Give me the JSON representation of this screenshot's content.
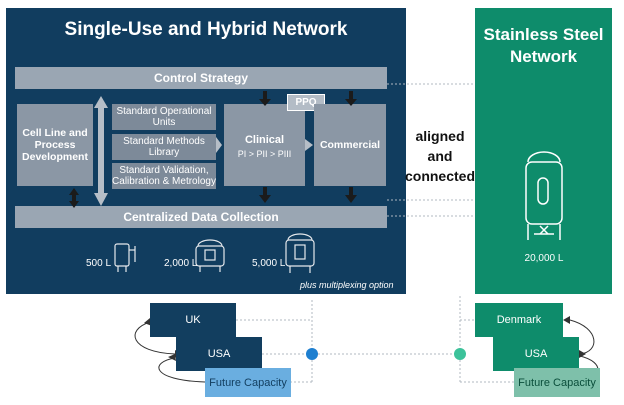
{
  "left_panel": {
    "title": "Single-Use and Hybrid Network",
    "control_strategy": "Control Strategy",
    "data_collection": "Centralized Data Collection",
    "cell_line": "Cell Line and Process Development",
    "middle_items": [
      "Standard Operational Units",
      "Standard Methods Library",
      "Standard Validation, Calibration & Metrology"
    ],
    "clinical_title": "Clinical",
    "clinical_phases": "PI > PII > PIII",
    "ppq": "PPQ",
    "commercial": "Commercial",
    "volumes": [
      "500 L",
      "2,000 L",
      "5,000 L"
    ],
    "multiplexing_note": "plus multiplexing option"
  },
  "middle": {
    "aligned_text": "aligned and connected"
  },
  "right_panel": {
    "title": "Stainless Steel Network",
    "volume": "20,000 L"
  },
  "bottom_left_sites": [
    "UK",
    "USA",
    "Future Capacity"
  ],
  "bottom_right_sites": [
    "Denmark",
    "USA",
    "Future Capacity"
  ],
  "colors": {
    "navy": "#113d5f",
    "green": "#0e8c6b",
    "grey_box": "#8b97a5",
    "light_blue": "#6aaee0",
    "mint": "#7ec0aa"
  }
}
